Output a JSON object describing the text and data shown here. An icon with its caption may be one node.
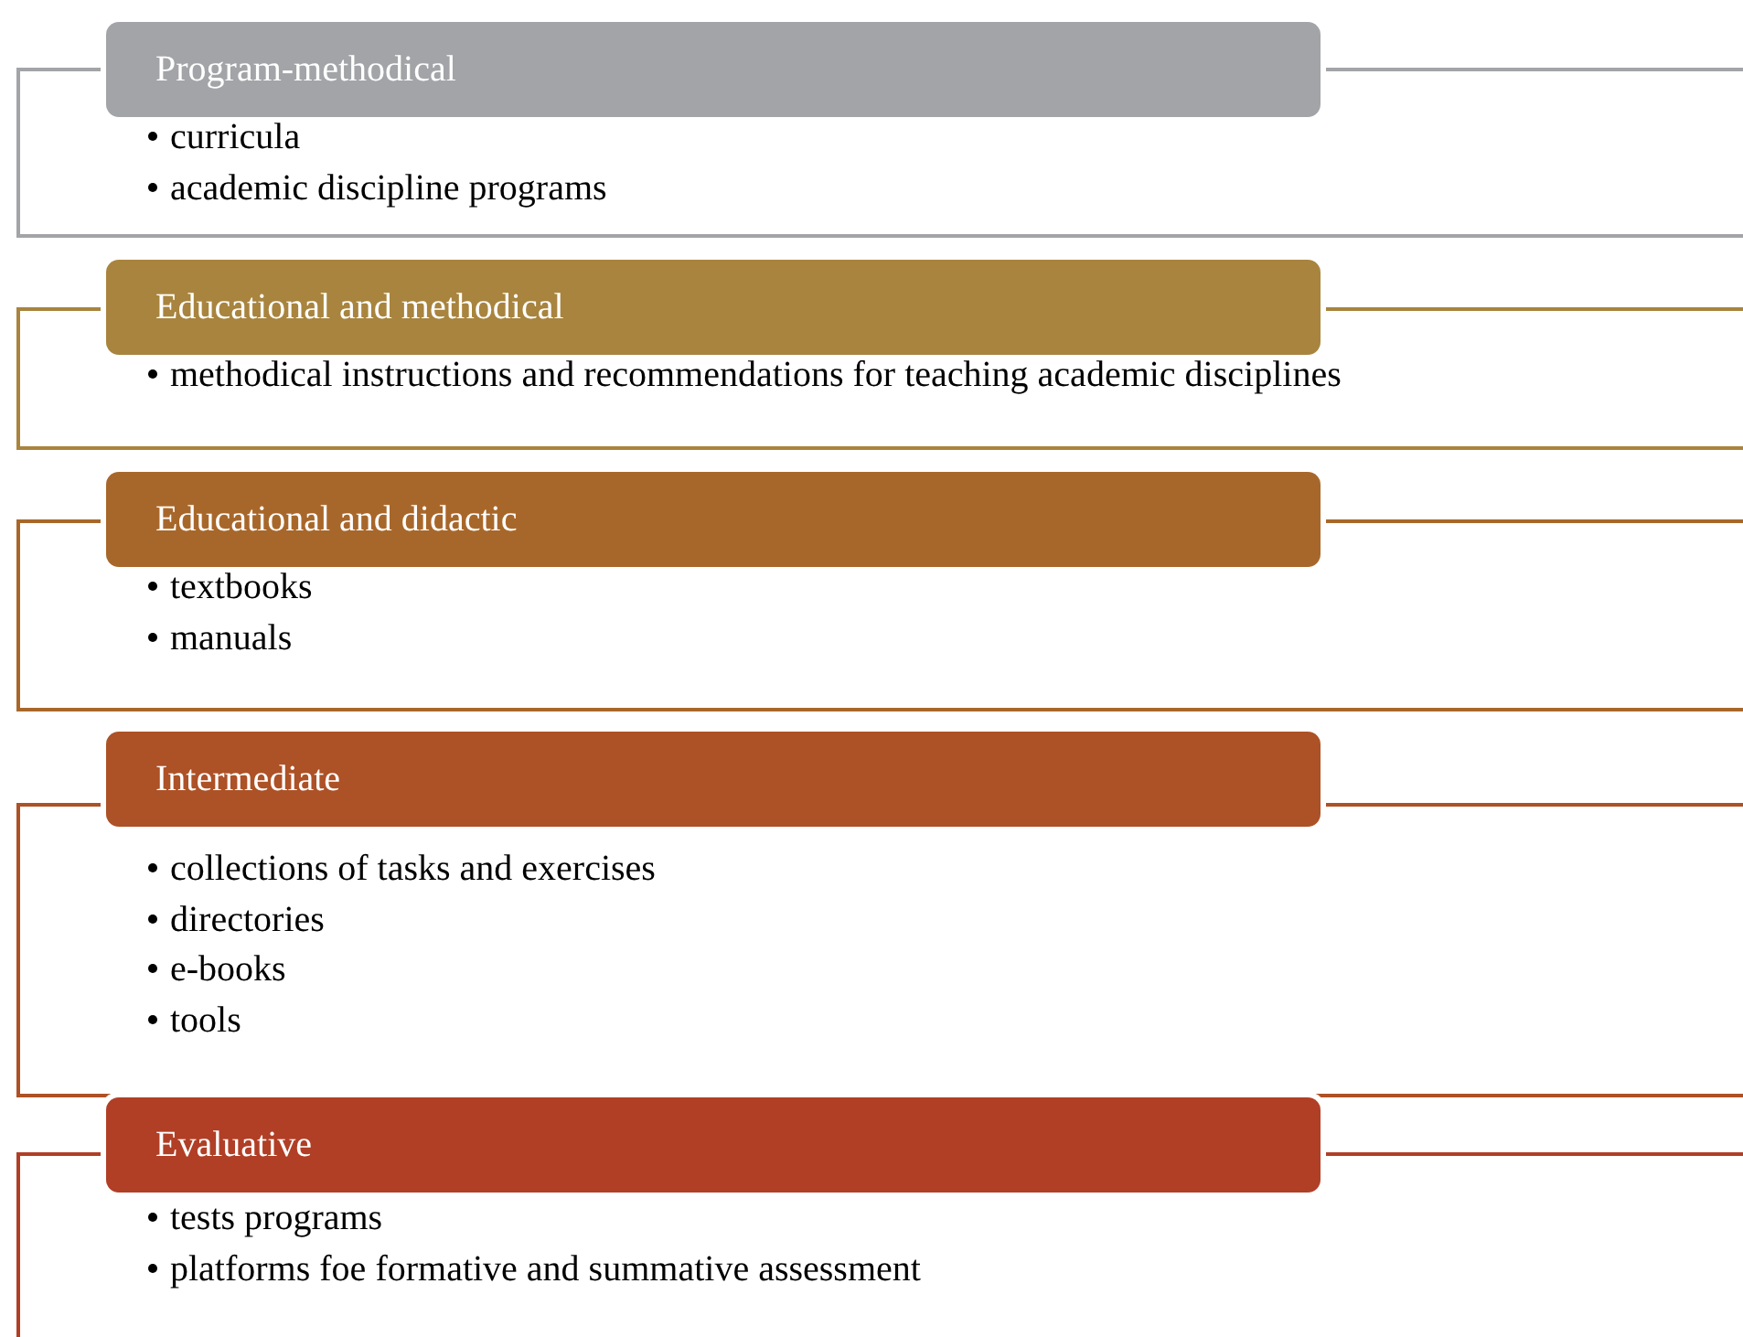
{
  "diagram": {
    "nodes": [
      {
        "text": [
          "Program-methodical"
        ]
      },
      {
        "text": [
          "curricula",
          "academic discipline programs"
        ]
      },
      {
        "text": [
          "Educational and methodical"
        ]
      },
      {
        "text": [
          "methodical instructions and recommendations for teaching academic disciplines"
        ]
      },
      {
        "text": [
          "Educational and didactic"
        ]
      },
      {
        "text": [
          "textbooks",
          "manuals"
        ]
      },
      {
        "text": [
          "Intermediate"
        ]
      },
      {
        "text": [
          "collections of tasks and exercises",
          "directories",
          "e-books",
          "tools"
        ]
      },
      {
        "text": [
          "Evaluative"
        ]
      },
      {
        "text": [
          "tests programs",
          "platforms foe formative and summative assessment"
        ]
      }
    ]
  }
}
